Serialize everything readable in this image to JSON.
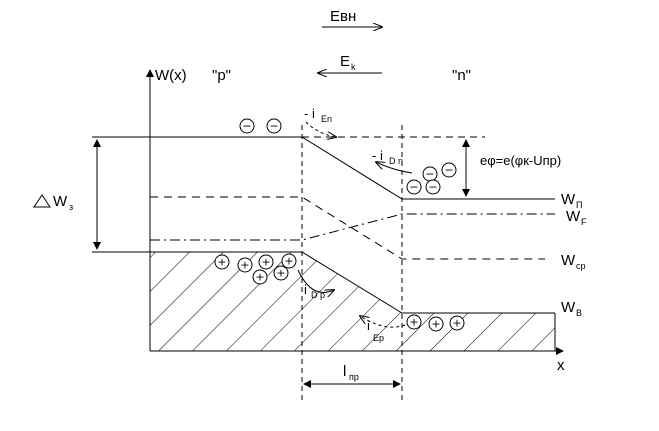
{
  "labels": {
    "e_ext": "Eвн",
    "e_k_main": "E",
    "e_k_sub": "k",
    "w_axis": "W(x)",
    "region_p": "\"p\"",
    "region_n": "\"n\"",
    "i_en_main": "- i",
    "i_en_sub": "En",
    "i_dn_main": "- i",
    "i_dn_sub": "D n",
    "barrier_formula": "eφ=e(φк-Uпр)",
    "w3_main": "W",
    "w3_sub": "з",
    "wp_main": "W",
    "wp_sub": "П",
    "wf_main": "W",
    "wf_sub": "F",
    "wcp_main": "W",
    "wcp_sub": "ср",
    "wb_main": "W",
    "wb_sub": "В",
    "i_dp_main": "i",
    "i_dp_sub": "D p",
    "i_ep_main": "i",
    "i_ep_sub": "Ep",
    "l_main": "l",
    "l_sub": "пр",
    "x_axis": "x",
    "minus_sign": "−",
    "plus_sign": "+"
  },
  "colors": {
    "line": "#000000",
    "background": "#ffffff"
  }
}
